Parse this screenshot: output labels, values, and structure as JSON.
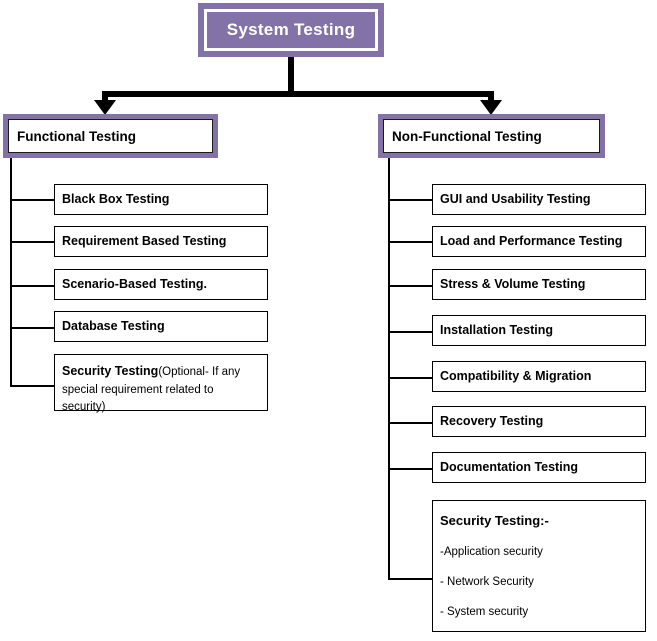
{
  "diagram": {
    "title": "System Testing",
    "accent_color": "#8272a8",
    "line_color": "#000000",
    "root": {
      "label": "System Testing"
    },
    "branches": [
      {
        "id": "functional",
        "label": "Functional Testing",
        "items": [
          {
            "label": "Black Box Testing"
          },
          {
            "label": "Requirement Based Testing"
          },
          {
            "label": "Scenario-Based Testing."
          },
          {
            "label": "Database Testing"
          },
          {
            "label": "Security Testing",
            "note_line_1": "(Optional- If any",
            "note_line_2": "special requirement related to security)"
          }
        ]
      },
      {
        "id": "non-functional",
        "label": "Non-Functional  Testing",
        "items": [
          {
            "label": "GUI and Usability Testing"
          },
          {
            "label": "Load and Performance Testing"
          },
          {
            "label": "Stress & Volume Testing"
          },
          {
            "label": "Installation Testing"
          },
          {
            "label": "Compatibility & Migration"
          },
          {
            "label": "Recovery Testing"
          },
          {
            "label": "Documentation Testing"
          },
          {
            "label": "Security Testing:-",
            "sub_items": [
              "-Application security",
              "- Network Security",
              "- System security"
            ]
          }
        ]
      }
    ]
  }
}
